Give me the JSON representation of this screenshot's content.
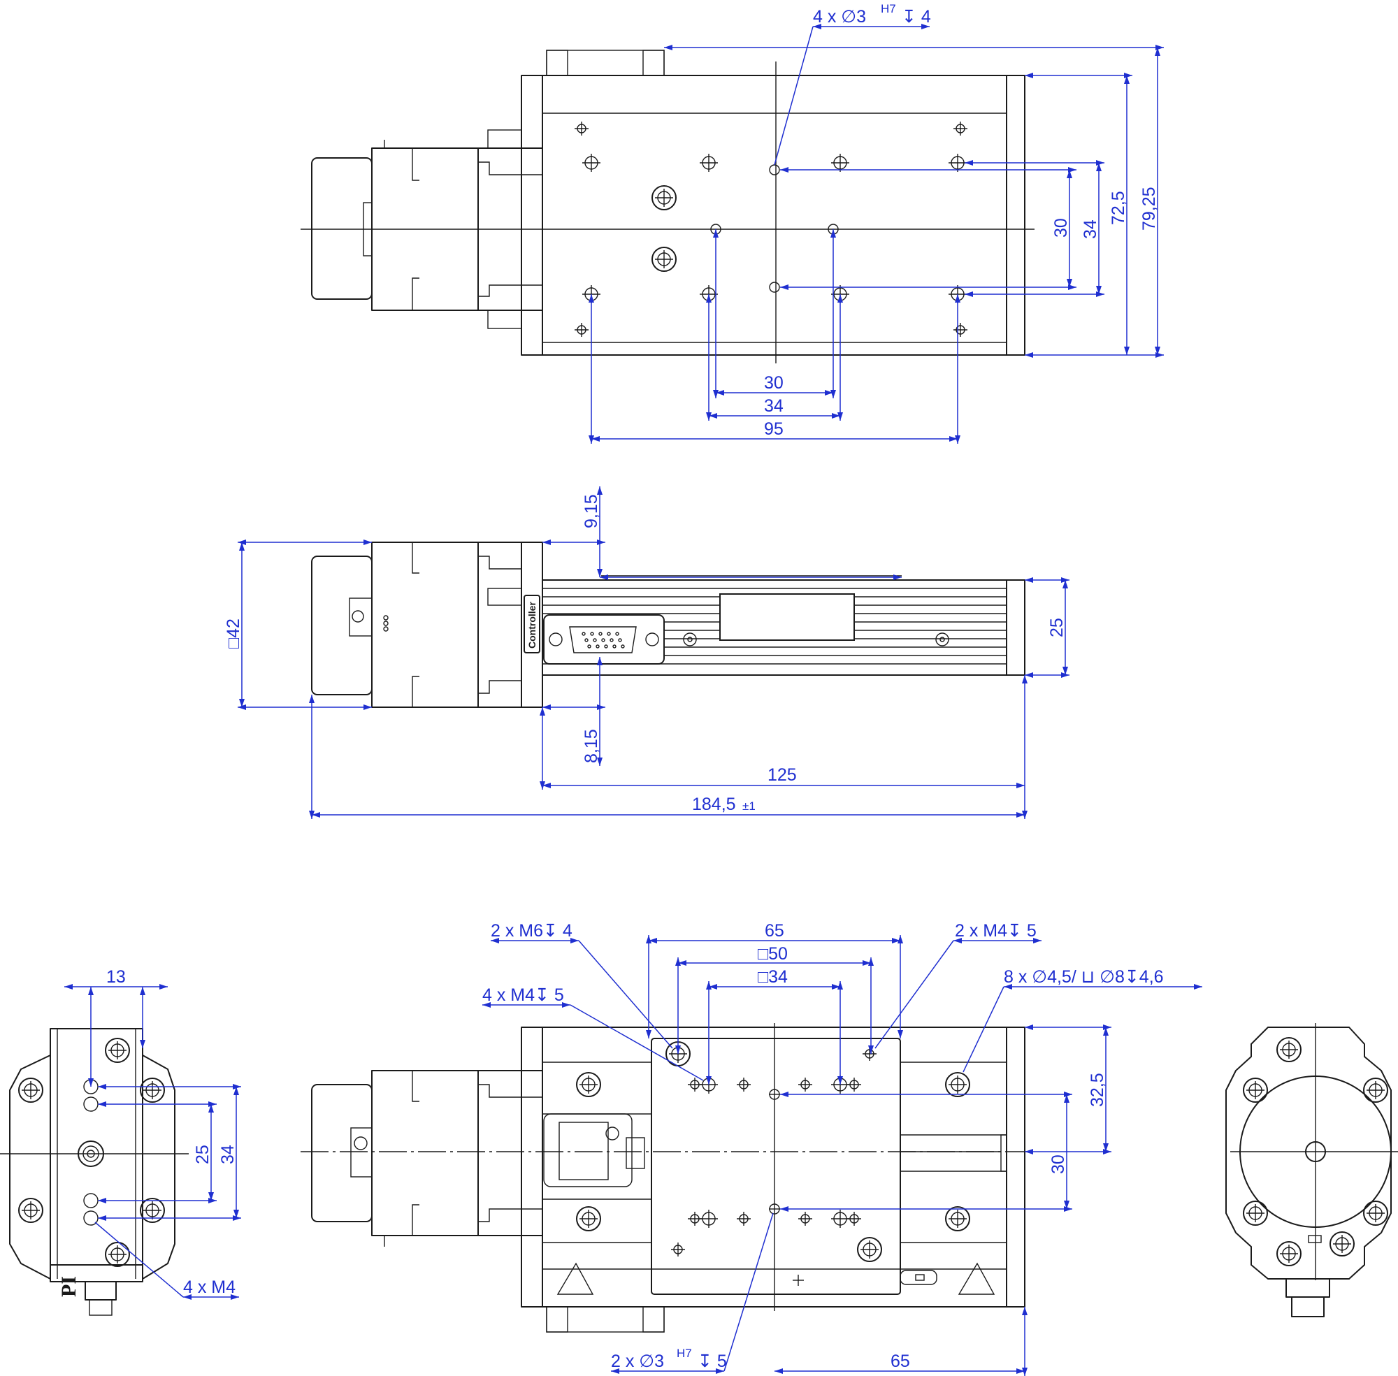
{
  "top_view": {
    "callout_holes": "4 x ∅3",
    "callout_tol": "H7",
    "callout_depth": "↧ 4",
    "dim_30_v": "30",
    "dim_34_v": "34",
    "dim_725": "72,5",
    "dim_7925": "79,25",
    "dim_30_h": "30",
    "dim_34_h": "34",
    "dim_95": "95"
  },
  "side_view": {
    "dim_915": "9,15",
    "dim_42": "□42",
    "dim_25": "25",
    "dim_815": "8,15",
    "dim_125": "125",
    "dim_1845": "184,5",
    "dim_1845_tol": "±1",
    "connector_label": "Controller"
  },
  "front_view": {
    "dim_13": "13",
    "dim_25": "25",
    "dim_34": "34",
    "callout_m4": "4 x M4",
    "logo": "PI"
  },
  "bottom_view": {
    "dim_65_top": "65",
    "dim_sq50": "□50",
    "dim_sq34": "□34",
    "callout_m6": "2 x M6↧ 4",
    "callout_m4_4": "4 x M4↧ 5",
    "callout_m4_2": "2 x M4↧ 5",
    "callout_counterbore": "8 x ∅4,5/ ⊔ ∅8↧4,6",
    "dim_325": "32,5",
    "dim_30": "30",
    "callout_pins": "2 x ∅3",
    "callout_pins_tol": "H7",
    "callout_pins_depth": "↧ 5",
    "dim_65_bottom": "65"
  }
}
